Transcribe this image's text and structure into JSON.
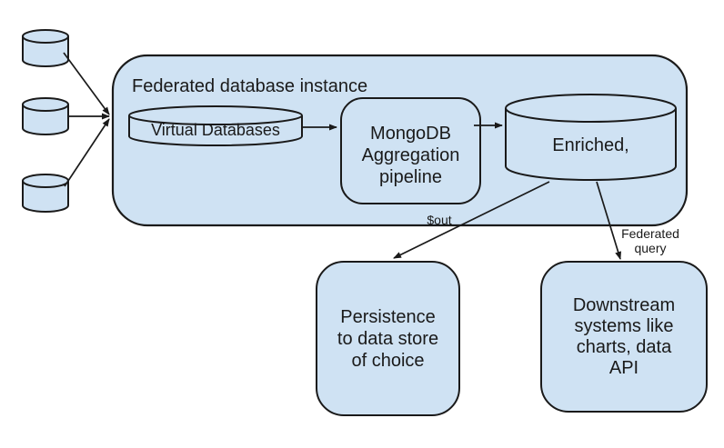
{
  "colors": {
    "node_fill": "#cfe2f3",
    "node_stroke": "#1a1a1a",
    "text": "#1a1a1a",
    "background": "#ffffff"
  },
  "diagram": {
    "federated_instance": {
      "title": "Federated database instance"
    },
    "nodes": {
      "source_databases": {
        "shape": "database-cylinder",
        "count": 3
      },
      "virtual_databases": {
        "label": "Virtual Databases"
      },
      "aggregation_pipeline": {
        "lines": [
          "MongoDB",
          "Aggregation",
          "pipeline"
        ]
      },
      "enriched_store": {
        "label": "Enriched,"
      },
      "persistence": {
        "lines": [
          "Persistence",
          "to data store",
          "of choice"
        ]
      },
      "downstream": {
        "lines": [
          "Downstream",
          "systems like",
          "charts, data",
          "API"
        ]
      }
    },
    "edge_labels": {
      "out": "$out",
      "federated_query": [
        "Federated",
        "query"
      ]
    }
  }
}
